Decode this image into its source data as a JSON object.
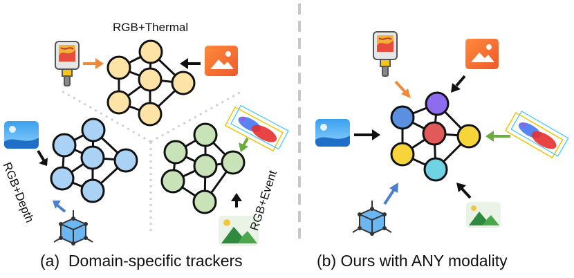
{
  "panel_a": {
    "caption": "(a)  Domain-specific trackers",
    "label_thermal": "RGB+Thermal",
    "label_depth": "RGB+Depth",
    "label_event": "RGB+Event"
  },
  "panel_b": {
    "caption": "(b) Ours with ANY modality"
  },
  "colors": {
    "thermal_node": "#fde3a6",
    "depth_node": "#a9d2f5",
    "event_node": "#c9e3b9",
    "arrow_orange": "#ef8a3a",
    "arrow_green": "#6aad3f",
    "arrow_blue": "#4a7fcb",
    "node_blue": "#5b8fe0",
    "node_purple": "#8e6cf0",
    "node_red": "#e05a5a",
    "node_yellow": "#f7d43a",
    "node_cyan": "#6fd3e3"
  }
}
